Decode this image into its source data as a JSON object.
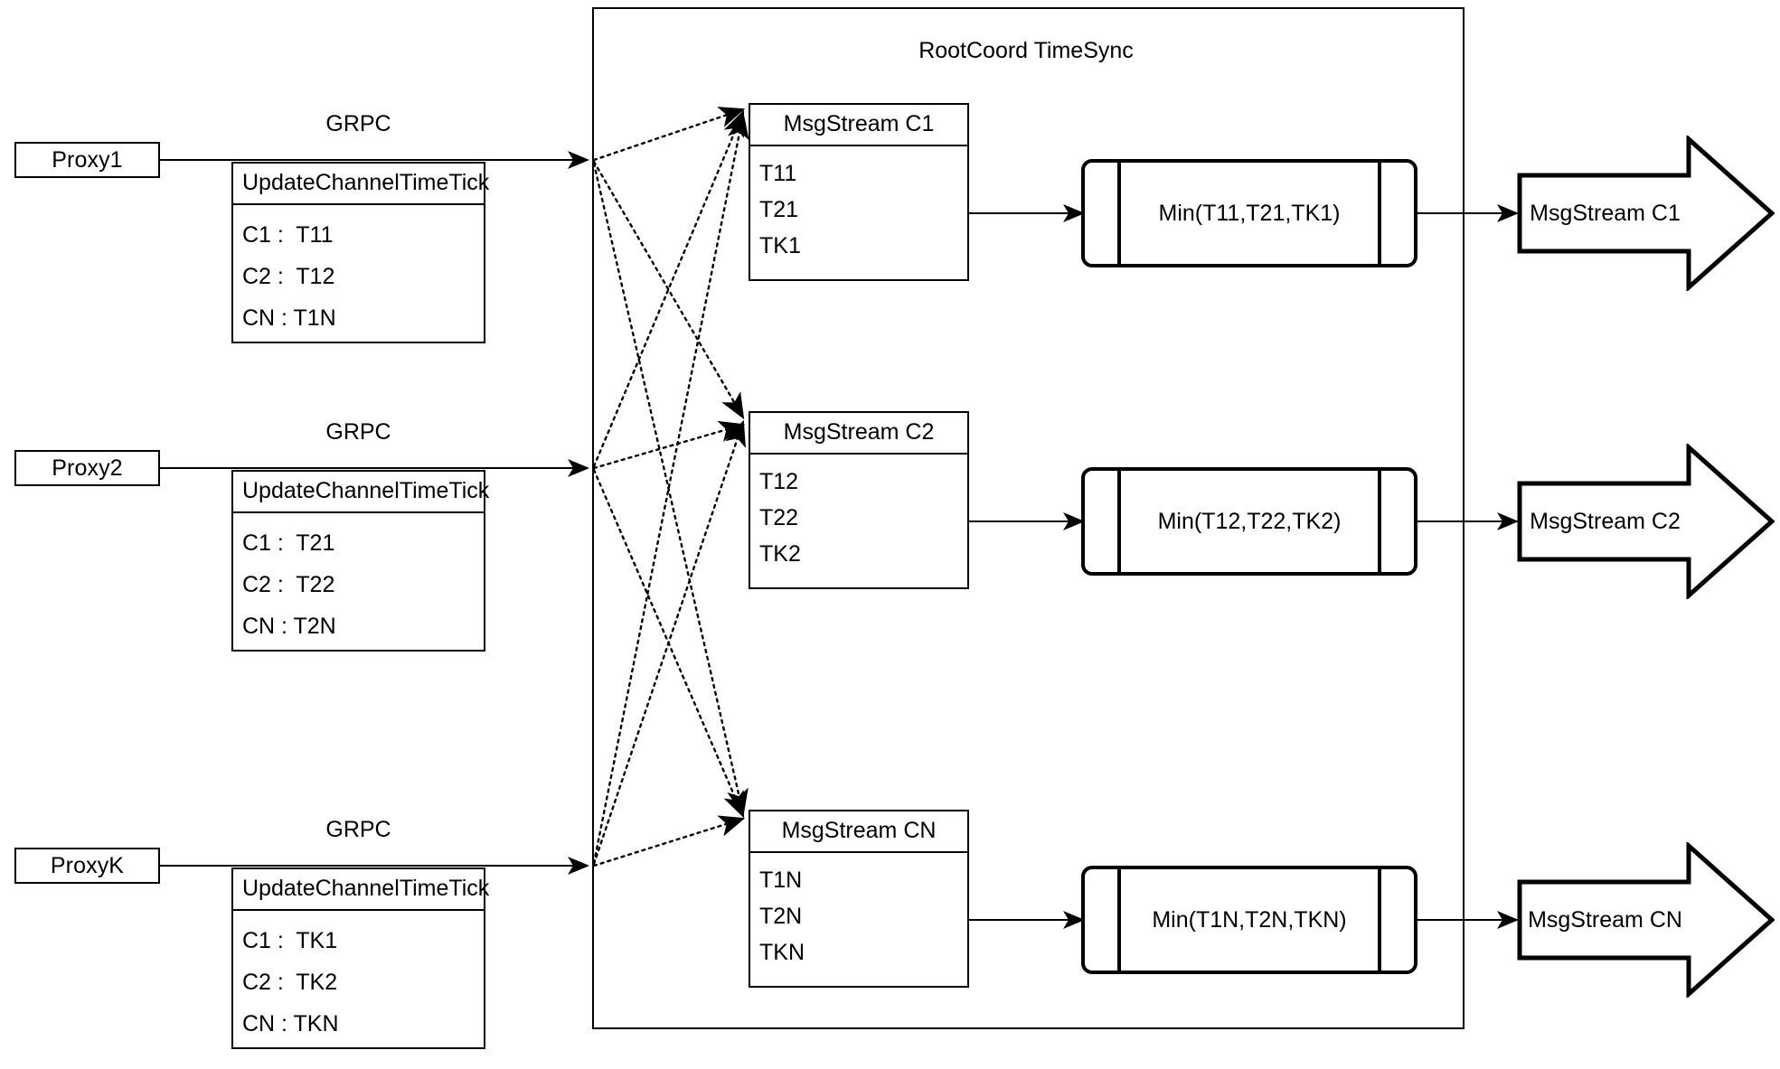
{
  "diagram": {
    "title": "RootCoord TimeSync",
    "grpc_label": "GRPC",
    "proxies": [
      {
        "name": "Proxy1",
        "rpc_title": "UpdateChannelTimeTick",
        "rows": [
          "C1 :  T11",
          "C2 :  T12",
          "CN : T1N"
        ]
      },
      {
        "name": "Proxy2",
        "rpc_title": "UpdateChannelTimeTick",
        "rows": [
          "C1 :  T21",
          "C2 :  T22",
          "CN : T2N"
        ]
      },
      {
        "name": "ProxyK",
        "rpc_title": "UpdateChannelTimeTick",
        "rows": [
          "C1 :  TK1",
          "C2 :  TK2",
          "CN : TKN"
        ]
      }
    ],
    "channels": [
      {
        "stream_title": "MsgStream C1",
        "ticks": [
          "T11",
          "T21",
          "TK1"
        ],
        "min_label": "Min(T11,T21,TK1)",
        "output_label": "MsgStream C1"
      },
      {
        "stream_title": "MsgStream C2",
        "ticks": [
          "T12",
          "T22",
          "TK2"
        ],
        "min_label": "Min(T12,T22,TK2)",
        "output_label": "MsgStream C2"
      },
      {
        "stream_title": "MsgStream CN",
        "ticks": [
          "T1N",
          "T2N",
          "TKN"
        ],
        "min_label": "Min(T1N,T2N,TKN)",
        "output_label": "MsgStream CN"
      }
    ],
    "colors": {
      "stroke": "#000000",
      "background": "#ffffff"
    }
  }
}
